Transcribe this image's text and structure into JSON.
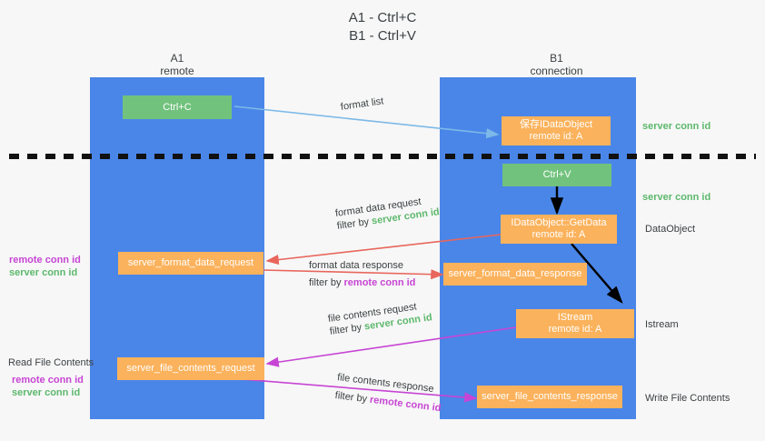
{
  "title": {
    "line1": "A1 - Ctrl+C",
    "line2": "B1 - Ctrl+V"
  },
  "columns": [
    {
      "name": "A1",
      "sub": "remote"
    },
    {
      "name": "B1",
      "sub": "connection"
    }
  ],
  "nodes": {
    "ctrl_c": {
      "line1": "Ctrl+C",
      "line2": ""
    },
    "save_idataobject": {
      "line1": "保存IDataObject",
      "line2": "remote id: A"
    },
    "ctrl_v": {
      "line1": "Ctrl+V",
      "line2": ""
    },
    "getdata": {
      "line1": "IDataObject::GetData",
      "line2": "remote id: A"
    },
    "format_data_request": {
      "line1": "server_format_data_request",
      "line2": ""
    },
    "format_data_response": {
      "line1": "server_format_data_response",
      "line2": ""
    },
    "istream": {
      "line1": "IStream",
      "line2": "remote id: A"
    },
    "file_contents_request": {
      "line1": "server_file_contents_request",
      "line2": ""
    },
    "file_contents_response": {
      "line1": "server_file_contents_response",
      "line2": ""
    }
  },
  "flows": {
    "format_list": "format list",
    "format_data_request": {
      "title": "format data request",
      "filter_prefix": "filter by",
      "filter_key": "server conn id"
    },
    "format_data_response": {
      "title": "format data response",
      "filter_prefix": "filter by",
      "filter_key": "remote conn id"
    },
    "file_contents_request": {
      "title": "file contents request",
      "filter_prefix": "filter by",
      "filter_key": "server conn id"
    },
    "file_contents_response": {
      "title": "file contents response",
      "filter_prefix": "filter by",
      "filter_key": "remote conn id"
    }
  },
  "right_labels": {
    "server_conn_id_top": "server conn id",
    "server_conn_id_mid": "server conn id",
    "dataobject": "DataObject",
    "istream": "Istream",
    "write_file_contents": "Write File Contents"
  },
  "left_labels": {
    "conn_pair_upper": {
      "remote": "remote conn id",
      "server": "server conn id"
    },
    "read_file_contents": "Read File Contents",
    "conn_pair_lower": {
      "remote": "remote conn id",
      "server": "server conn id"
    }
  },
  "colors": {
    "lane": "#4a86e8",
    "green_node": "#71c27c",
    "orange_node": "#fbb25c",
    "green_text": "#5db86c",
    "magenta_text": "#c745d4",
    "arrow_blue": "#7cb9e8",
    "arrow_red": "#e8665c",
    "arrow_magenta": "#c745d4",
    "arrow_black": "#000000",
    "background": "#f7f7f7"
  }
}
